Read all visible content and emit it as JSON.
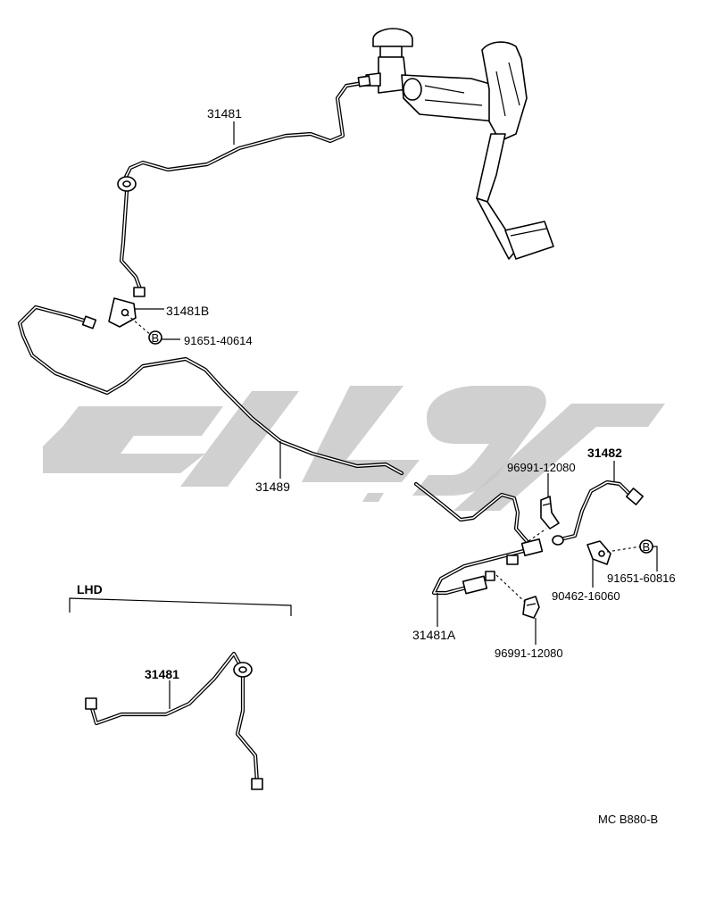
{
  "labels": {
    "p31481_top": "31481",
    "p31481B": "31481B",
    "bolt1_mark": "B",
    "bolt1": "91651-40614",
    "p31489": "31489",
    "p31482": "31482",
    "clip_top": "96991-12080",
    "bolt2_mark": "B",
    "bolt2": "91651-60816",
    "clamp": "90462-16060",
    "p31481A": "31481A",
    "clip_bottom": "96991-12080",
    "lhd_title": "LHD",
    "p31481_lhd": "31481",
    "code": "MC  B880-B"
  },
  "colors": {
    "line": "#000000",
    "watermark": "#c8c8c8",
    "background": "#ffffff"
  }
}
